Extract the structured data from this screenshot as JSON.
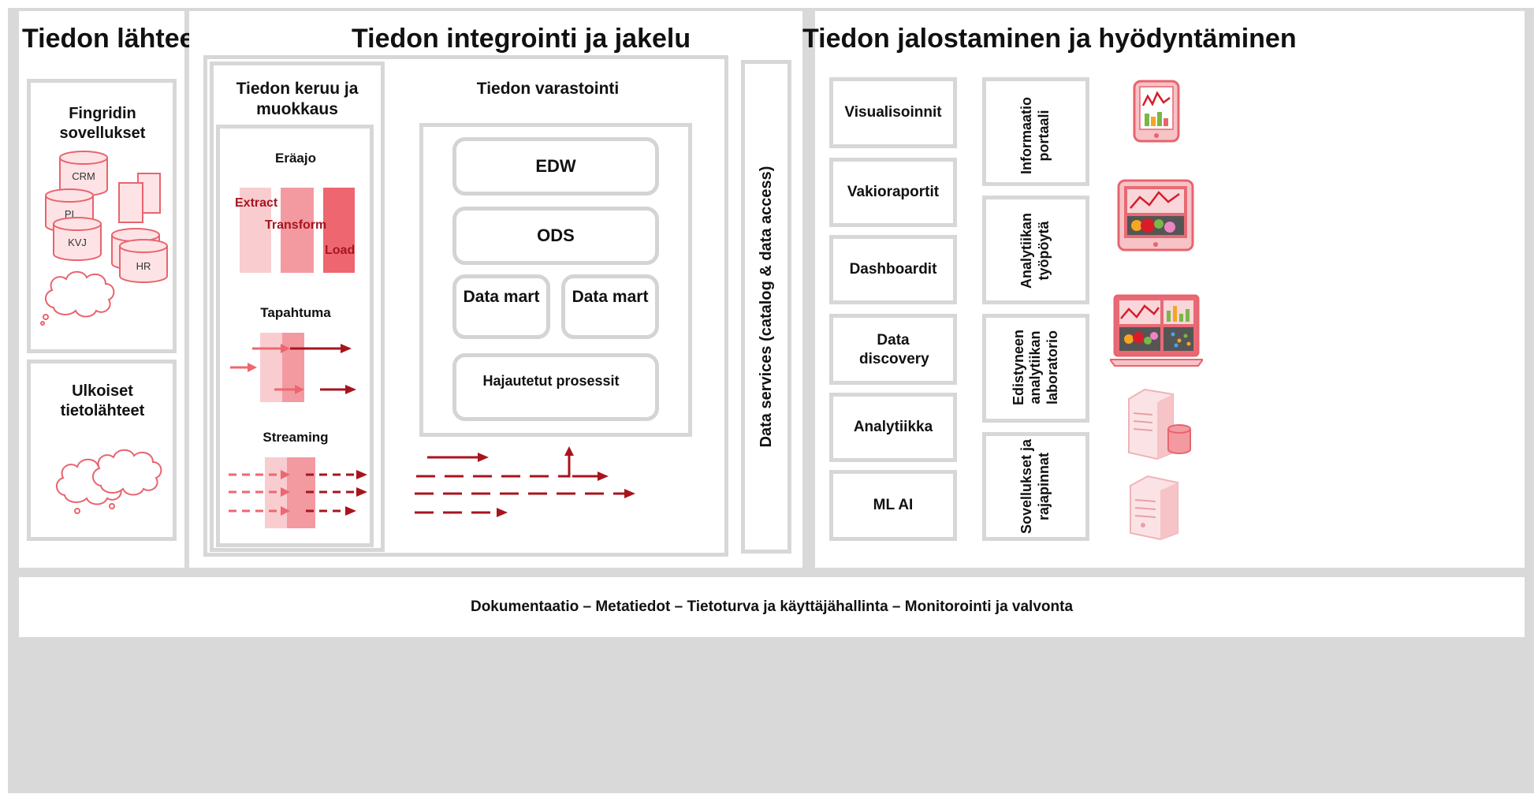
{
  "sections": {
    "sources": {
      "title": "Tiedon lähteet",
      "fingrid": {
        "title": "Fingridin sovellukset",
        "databases": [
          "CRM",
          "PI",
          "KVJ",
          "HR"
        ]
      },
      "external": {
        "title": "Ulkoiset tietolähteet"
      }
    },
    "integration": {
      "title": "Tiedon integrointi ja jakelu",
      "collection": {
        "title": "Tiedon keruu ja muokkaus",
        "batch": {
          "title": "Eräajo",
          "steps": [
            "Extract",
            "Transform",
            "Load"
          ]
        },
        "event": {
          "title": "Tapahtuma"
        },
        "streaming": {
          "title": "Streaming"
        }
      },
      "storage": {
        "title": "Tiedon varastointi",
        "edw": "EDW",
        "ods": "ODS",
        "data_mart_1": "Data mart",
        "data_mart_2": "Data mart",
        "distributed": "Hajautetut prosessit"
      },
      "data_services": "Data services (catalog & data access)"
    },
    "refinement": {
      "title": "Tiedon jalostaminen ja hyödyntäminen",
      "uses": [
        "Visualisoinnit",
        "Vakioraportit",
        "Dashboardit",
        "Data discovery",
        "Analytiikka",
        "ML AI"
      ],
      "platforms": [
        "Informaatio portaali",
        "Analytiikan työpöytä",
        "Edistyneen analytiikan laboratorio",
        "Sovellukset ja rajapinnat"
      ],
      "icons": [
        "tablet-chart-icon",
        "monitor-chart-icon",
        "laptop-chart-icon",
        "server-database-icon",
        "server-icon"
      ]
    }
  },
  "footer": "Dokumentaatio – Metatiedot – Tietoturva ja käyttäjähallinta – Monitorointi ja valvonta",
  "colors": {
    "frame": "#d7d7d7",
    "accent_dark": "#a8141e",
    "pink_light": "#f9cdd0",
    "pink_mid": "#f39aa1",
    "pink_strong": "#ee6670",
    "outline_pink": "#e8646e"
  }
}
